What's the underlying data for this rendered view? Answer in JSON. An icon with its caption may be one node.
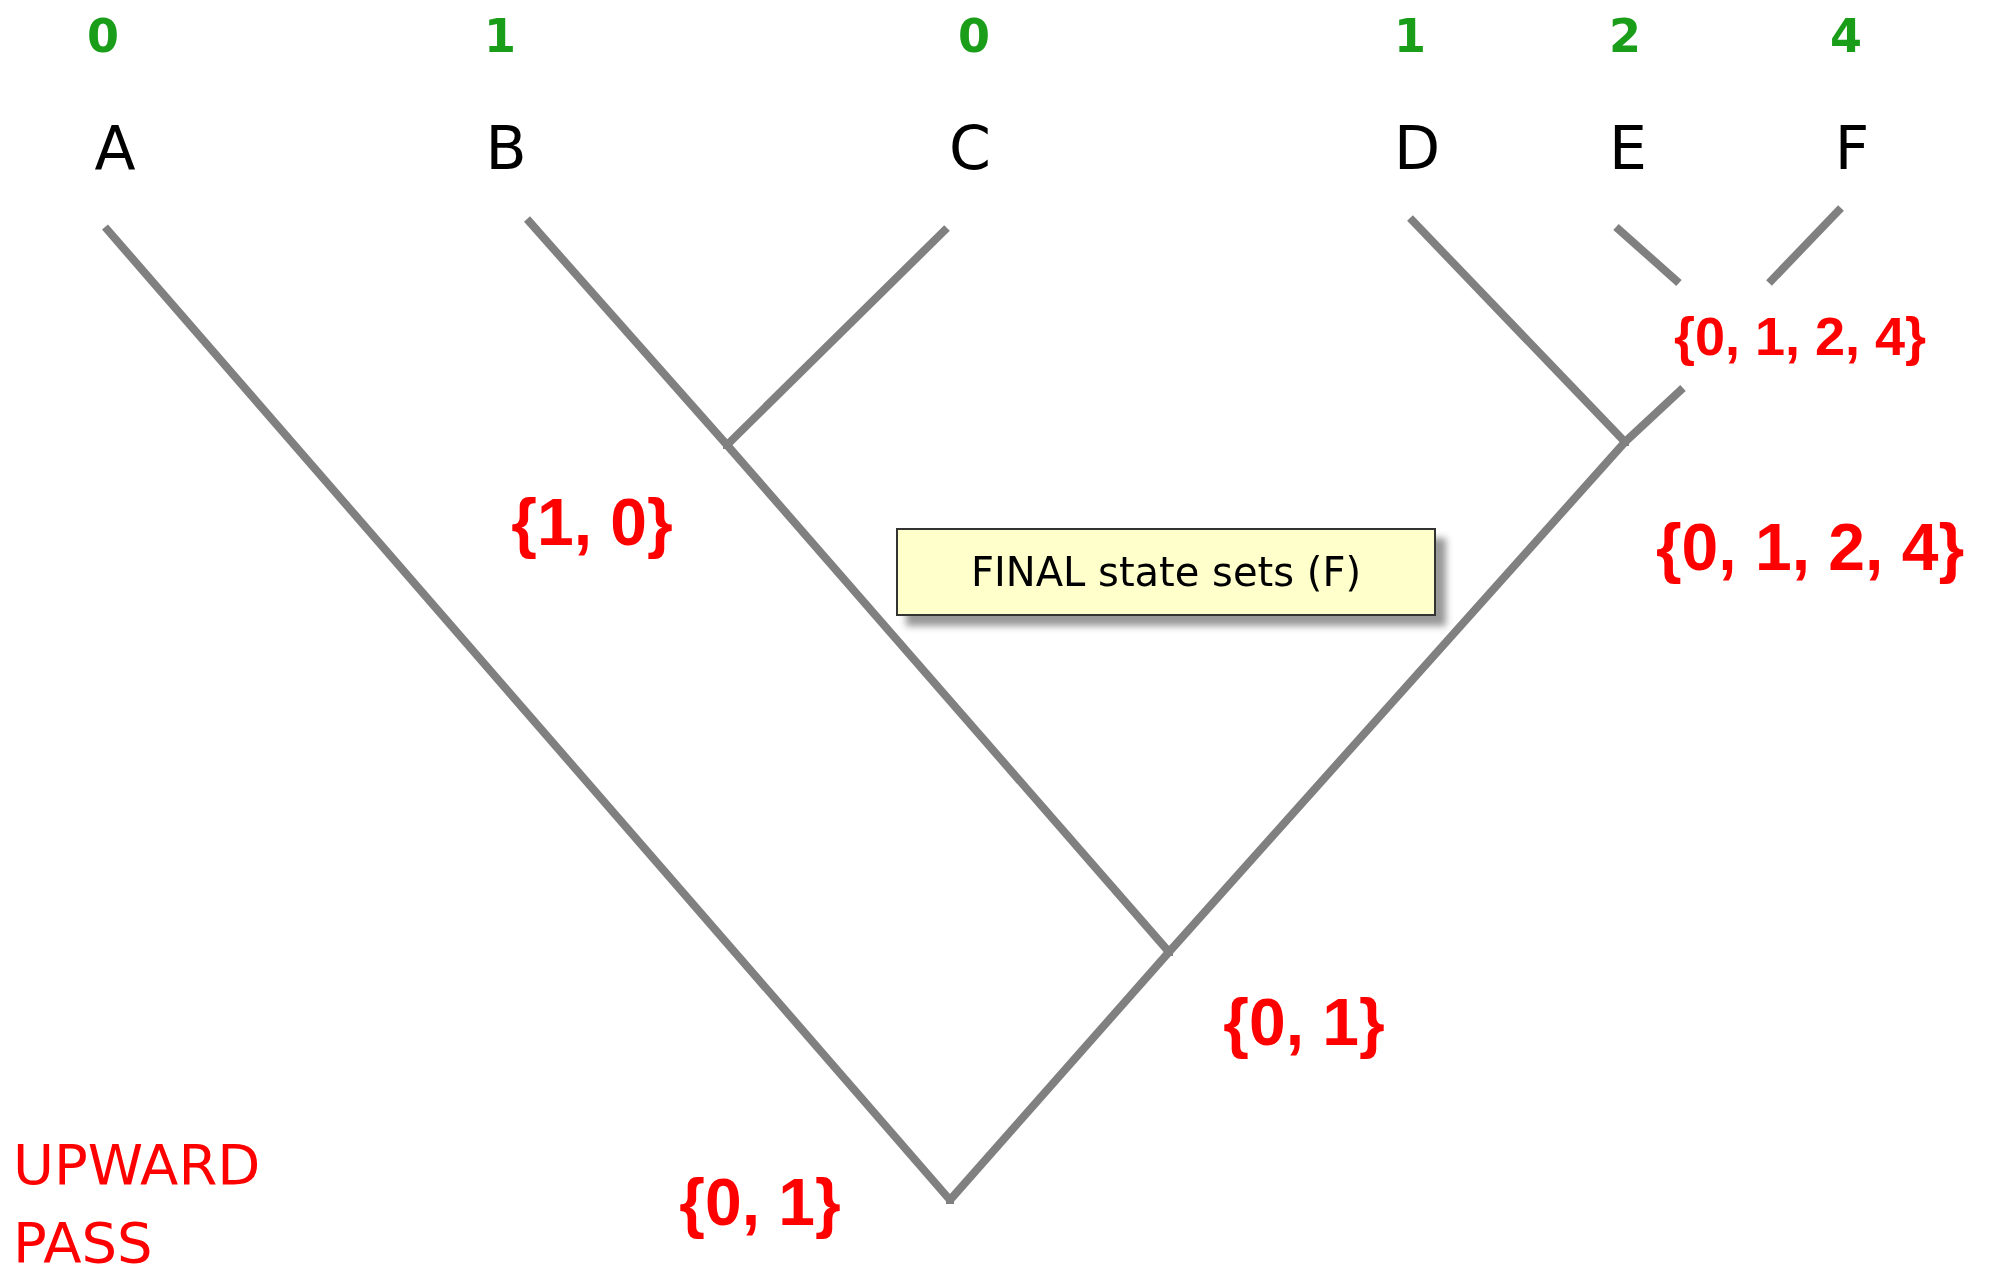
{
  "diagram": {
    "nodes": [
      {
        "text": [
          "A"
        ],
        "beside": [
          "0"
        ]
      },
      {
        "text": [
          "B"
        ],
        "beside": [
          "1"
        ]
      },
      {
        "text": [
          "C"
        ],
        "beside": [
          "0"
        ]
      },
      {
        "text": [
          "D"
        ],
        "beside": [
          "1"
        ]
      },
      {
        "text": [
          "E"
        ],
        "beside": [
          "2"
        ]
      },
      {
        "text": [
          "F"
        ],
        "beside": [
          "4"
        ]
      },
      {
        "text": [
          "{0, 1, 2, 4}"
        ]
      },
      {
        "text": [],
        "shape": "point",
        "beside": [
          "{1, 0}"
        ]
      },
      {
        "text": [],
        "shape": "point",
        "beside": [
          "{0, 1, 2, 4}"
        ]
      },
      {
        "text": [
          "FINAL state sets (F)"
        ]
      },
      {
        "text": [],
        "shape": "point",
        "beside": [
          "{0, 1}"
        ]
      },
      {
        "text": [],
        "shape": "point",
        "beside": [
          "{0, 1}"
        ]
      }
    ],
    "edges": [
      {
        "from": 0,
        "to": 11,
        "arrow": "none"
      },
      {
        "from": 1,
        "to": 7,
        "arrow": "none"
      },
      {
        "from": 2,
        "to": 7,
        "arrow": "none"
      },
      {
        "from": 7,
        "to": 10,
        "arrow": "none"
      },
      {
        "from": 3,
        "to": 8,
        "arrow": "none"
      },
      {
        "from": 4,
        "to": 6,
        "arrow": "none"
      },
      {
        "from": 5,
        "to": 6,
        "arrow": "none"
      },
      {
        "from": 6,
        "to": 8,
        "arrow": "none"
      },
      {
        "from": 8,
        "to": 10,
        "arrow": "none"
      },
      {
        "from": 10,
        "to": 11,
        "arrow": "none"
      }
    ],
    "labels": [
      "UPWARD PASS"
    ]
  }
}
